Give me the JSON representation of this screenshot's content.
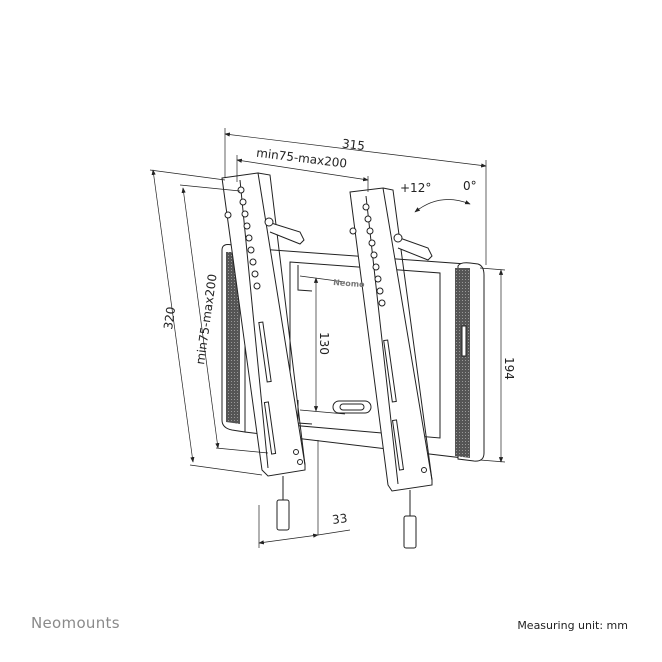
{
  "diagram": {
    "dimensions": {
      "overall_width": "315",
      "top_hole_spacing": "min75-max200",
      "overall_height": "320",
      "side_hole_spacing": "min75-max200",
      "plate_inner_height": "130",
      "plate_height": "194",
      "wall_distance": "33",
      "tilt_max": "+12°",
      "tilt_min": "0°"
    },
    "plate_logo": "Neomo"
  },
  "footer": {
    "brand": "Neomounts",
    "measuring_unit": "Measuring unit: mm"
  }
}
